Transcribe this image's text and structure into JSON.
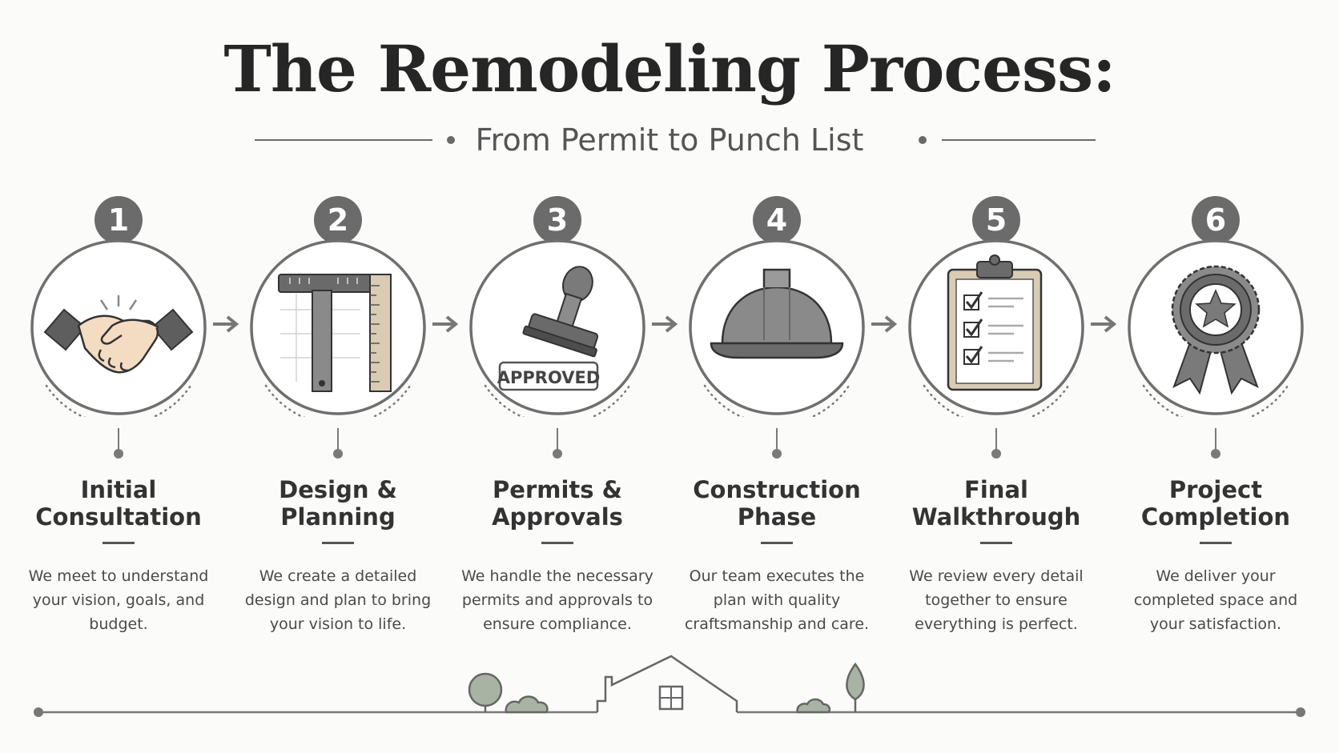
{
  "title": "The Remodeling Process:",
  "subtitle": "From Permit to Punch List",
  "colors": {
    "badge": "#6b6b6b",
    "ring": "#6f6f6f",
    "icon_dark": "#5e5e5e",
    "icon_mid": "#8a8a8a",
    "accent_skin": "#f3dcc2",
    "accent_beige": "#d9cbb4",
    "tree": "#a9b3a4"
  },
  "steps": [
    {
      "number": "1",
      "icon": "handshake-icon",
      "title_lines": [
        "Initial",
        "Consultation"
      ],
      "desc_lines": [
        "We meet to understand",
        "your vision, goals, and",
        "budget."
      ]
    },
    {
      "number": "2",
      "icon": "t-square-ruler-icon",
      "title_lines": [
        "Design &",
        "Planning"
      ],
      "desc_lines": [
        "We create a detailed",
        "design and plan to bring",
        "your vision to life."
      ]
    },
    {
      "number": "3",
      "icon": "approval-stamp-icon",
      "stamp_text": "APPROVED",
      "title_lines": [
        "Permits &",
        "Approvals"
      ],
      "desc_lines": [
        "We handle the necessary",
        "permits and approvals to",
        "ensure compliance."
      ]
    },
    {
      "number": "4",
      "icon": "hard-hat-icon",
      "title_lines": [
        "Construction",
        "Phase"
      ],
      "desc_lines": [
        "Our team executes the",
        "plan with quality",
        "craftsmanship and care."
      ]
    },
    {
      "number": "5",
      "icon": "checklist-clipboard-icon",
      "title_lines": [
        "Final",
        "Walkthrough"
      ],
      "desc_lines": [
        "We review every detail",
        "together to ensure",
        "everything is perfect."
      ]
    },
    {
      "number": "6",
      "icon": "award-ribbon-icon",
      "title_lines": [
        "Project",
        "Completion"
      ],
      "desc_lines": [
        "We deliver your",
        "completed space and",
        "your satisfaction."
      ]
    }
  ]
}
